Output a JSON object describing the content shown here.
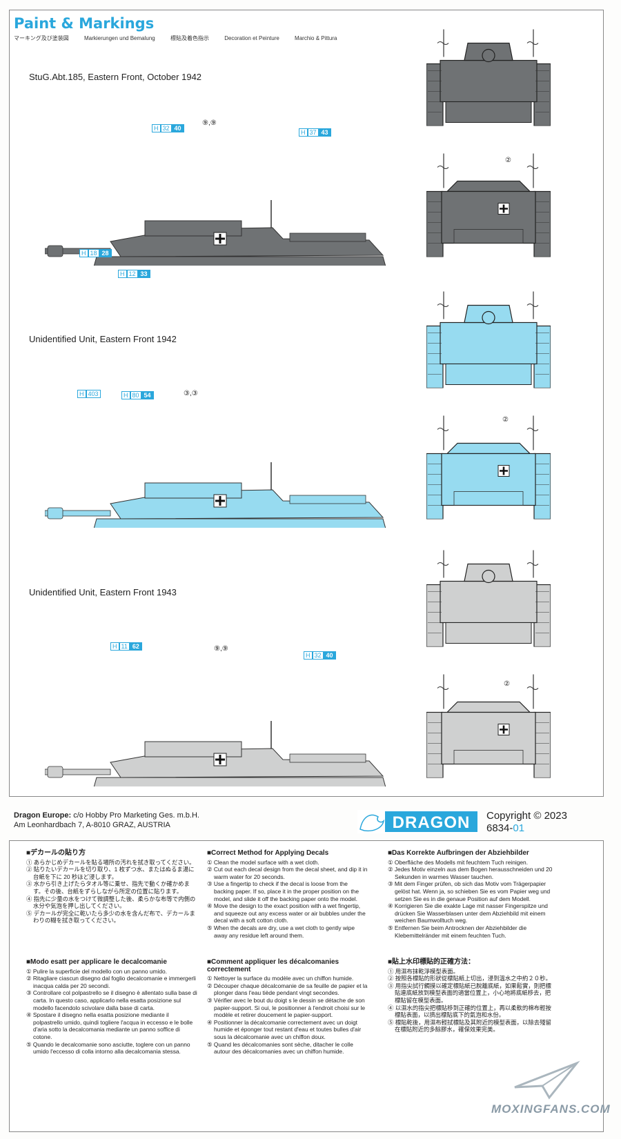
{
  "header": {
    "title": "Paint & Markings",
    "subtitle_langs": [
      "マーキング及び塗装図",
      "Markierungen und Bemalung",
      "標貼及着色指示",
      "Decoration et Peinture",
      "Marchio & Pittura"
    ]
  },
  "schemes": [
    {
      "title": "StuG.Abt.185, Eastern Front, October 1942",
      "callouts": [
        {
          "h": "H",
          "code": "32",
          "num": "40"
        },
        {
          "h": "H",
          "code": "37",
          "num": "43"
        },
        {
          "h": "H",
          "code": "18",
          "num": "28"
        },
        {
          "h": "H",
          "code": "12",
          "num": "33"
        }
      ],
      "decals": [
        "⑨,⑨",
        "②"
      ],
      "color": "#6f7274"
    },
    {
      "title": "Unidentified Unit, Eastern Front 1942",
      "callouts": [
        {
          "h": "H",
          "code": "403",
          "num": ""
        },
        {
          "h": "H",
          "code": "80",
          "num": "54"
        }
      ],
      "decals": [
        "③,③",
        "②"
      ],
      "color": "#97dbf0"
    },
    {
      "title": "Unidentified Unit, Eastern Front 1943",
      "callouts": [
        {
          "h": "H",
          "code": "11",
          "num": "62"
        },
        {
          "h": "H",
          "code": "32",
          "num": "40"
        }
      ],
      "decals": [
        "⑨,⑨",
        "②"
      ],
      "color": "#cfd0d0"
    }
  ],
  "footer": {
    "company_label": "Dragon Europe:",
    "company_line1": "c/o Hobby Pro Marketing Ges. m.b.H.",
    "company_line2": "Am Leonhardbach 7, A-8010 GRAZ, AUSTRIA",
    "logo_text": "DRAGON",
    "copyright": "Copyright © 2023",
    "product_code": "6834-",
    "product_suffix": "01"
  },
  "instructions": {
    "jp": {
      "title": "■デカールの貼り方",
      "steps": [
        {
          "n": "①",
          "t": "あらかじめデカールを貼る場所の汚れを拭き取ってください。"
        },
        {
          "n": "②",
          "t": "貼りたいデカールを切り取り、1 枚ずつ水、またはぬるま湯に台紙を下に 20 秒ほど浸します。"
        },
        {
          "n": "③",
          "t": "水から引き上げたらタオル等に乗せ、指先で動くか確かめます。その後、台紙をずらしながら所定の位置に貼ります。"
        },
        {
          "n": "④",
          "t": "指先に少量の水をつけて微調整した後、柔らかな布等で内側の水分や気泡を押し出してください。"
        },
        {
          "n": "⑤",
          "t": "デカールが完全に乾いたら多少の水を含んだ布で、デカールまわりの糊を拭き取ってください。"
        }
      ]
    },
    "en": {
      "title": "■Correct Method for Applying Decals",
      "steps": [
        {
          "n": "①",
          "t": "Clean the model surface with a wet cloth."
        },
        {
          "n": "②",
          "t": "Cut out each decal design from the decal sheet, and dip it in warm water for 20 seconds."
        },
        {
          "n": "③",
          "t": "Use a fingertip to check if the decal is loose from the backing paper. If so, place it in the proper position on the model, and slide it off the backing paper onto the model."
        },
        {
          "n": "④",
          "t": "Move the design to the exact position with a wet fingertip, and squeeze out any excess water or air bubbles under the decal with a soft cotton cloth."
        },
        {
          "n": "⑤",
          "t": "When the decals are dry, use a wet cloth to gently wipe away any residue left around them."
        }
      ]
    },
    "de": {
      "title": "■Das Korrekte Aufbringen der Abziehbilder",
      "steps": [
        {
          "n": "①",
          "t": "Oberfläche des Modells mit feuchtem Tuch reinigen."
        },
        {
          "n": "②",
          "t": "Jedes Motiv einzeln aus dem Bogen herausschneiden und 20 Sekunden in warmes Wasser tauchen."
        },
        {
          "n": "③",
          "t": "Mit dem Finger prüfen, ob sich das Motiv vom Trägerpapier gelöst hat. Wenn ja, so schieben Sie es vom Papier weg und setzen Sie es in die genaue Position auf dem Modell."
        },
        {
          "n": "④",
          "t": "Korrigieren Sie die exakte Lage mit nasser Fingerspitze und drücken Sie Wasserblasen unter dem Abziehbild mit einem weichen Baumwolltuch weg."
        },
        {
          "n": "⑤",
          "t": "Entfernen Sie beim Antrocknen der Abziehbilder die Klebemittelränder mit einem feuchten Tuch."
        }
      ]
    },
    "it": {
      "title": "■Modo esatt per applicare le decalcomanie",
      "steps": [
        {
          "n": "①",
          "t": "Pulire la superficie del modello con un panno umido."
        },
        {
          "n": "②",
          "t": "Ritagliare ciascun disegno dal foglio decalcomanie e immergerli inacqua calda per 20 secondi."
        },
        {
          "n": "③",
          "t": "Controllare col polpastrello se il disegno è allentato sulla base di carta. In questo caso, applicarlo nella esatta posizione sul modello facendolo scivolare dalla base di carta."
        },
        {
          "n": "④",
          "t": "Spostare il disegno nella esatta posizione mediante il polpastrello umido, quindi togliere l'acqua in eccesso e le bolle d'aria sotto la decalcomania mediante un panno soffice di cotone."
        },
        {
          "n": "⑤",
          "t": "Quando le decalcomanie sono asciutte, toglere con un panno umido l'eccesso di colla intorno alla decalcomania stessa."
        }
      ]
    },
    "fr": {
      "title": "■Comment appliquer les décalcomanies correctement",
      "steps": [
        {
          "n": "①",
          "t": "Nettoyer la surface du modèle avec un chiffon humide."
        },
        {
          "n": "②",
          "t": "Découper chaque décalcomanie de sa feuille de papier et la plonger dans l'eau tiède pendant vingt secondes."
        },
        {
          "n": "③",
          "t": "Vérifier avec le bout du doigt s le dessin se détache de son papier-support. Si oui, le positionner à l'endroit choisi sur le modèle et retirer doucement le papier-support."
        },
        {
          "n": "④",
          "t": "Positionner la décalcomanie correctement avec un doigt humide et éponger tout restant d'eau et toutes bulles d'air sous la décalcomanie avec un chiffon doux."
        },
        {
          "n": "⑤",
          "t": "Quand les décalcomanies sont sèche, ditacher le colle autour des décalcomanies avec un chiffon humide."
        }
      ]
    },
    "zh": {
      "title": "■貼上水印標貼的正確方法：",
      "steps": [
        {
          "n": "①",
          "t": "用濕布抹乾淨模型表面。"
        },
        {
          "n": "②",
          "t": "按照各標貼的形狀從標貼紙上切出，浸到溫水之中約２０秒。"
        },
        {
          "n": "③",
          "t": "用指尖試行觸摸以確定標貼紙已脫離底紙，如果鬆實，則把標貼連底紙放到模型表面的適當位置上，小心地將底紙移去，把標貼留在模型表面。"
        },
        {
          "n": "④",
          "t": "以濕水的指尖把標貼移到正確的位置上，再以柔軟的棉布輕按標貼表面，以擠出標貼底下的氣泡和水份。"
        },
        {
          "n": "⑤",
          "t": "標貼乾後，用濕布輕拭標貼及其附近的模型表面，以除去殘留在標貼附近的多餘膠水，確保效果完美。"
        }
      ]
    }
  },
  "watermark": "MOXINGFANS.COM"
}
